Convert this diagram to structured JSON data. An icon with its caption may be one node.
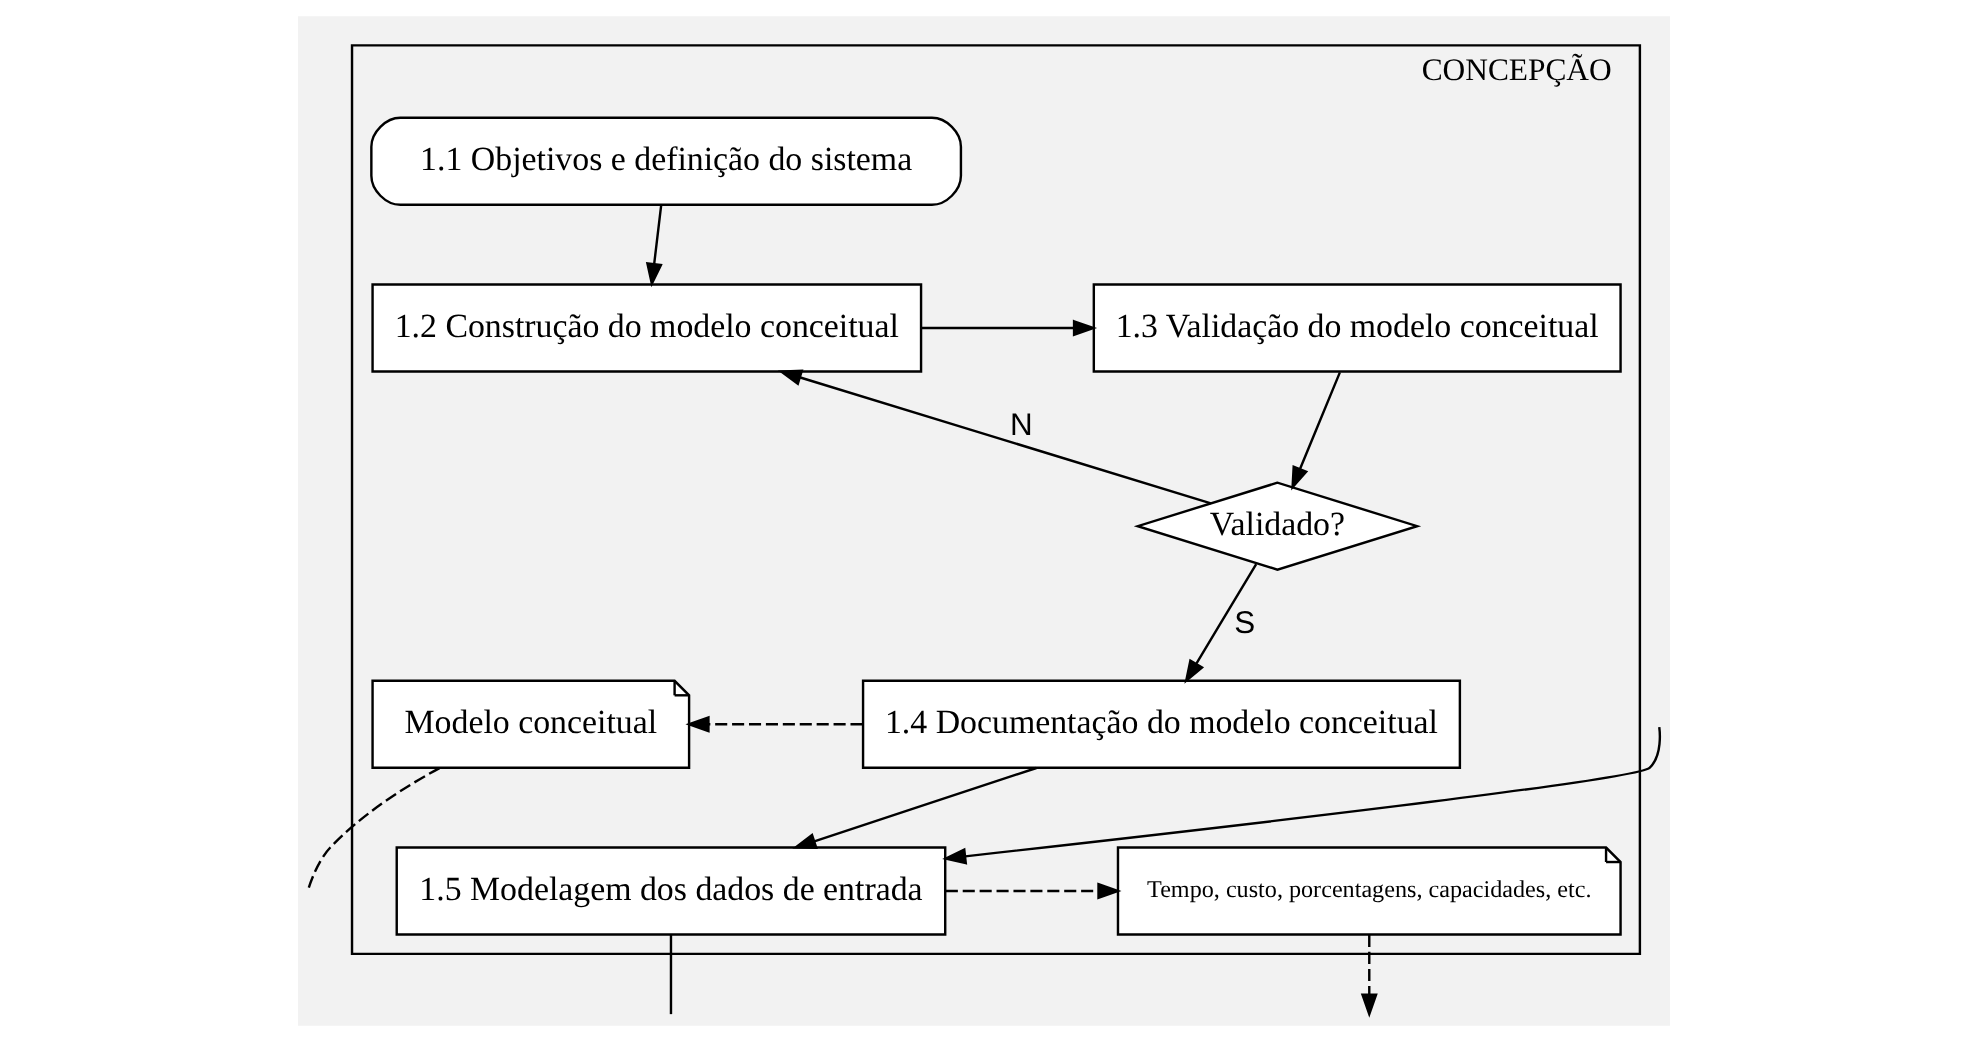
{
  "diagram": {
    "nodes": [
      {
        "text": [
          "CONCEPÇÃO"
        ]
      },
      {
        "text": [
          "1.1 Objetivos e definição do sistema"
        ],
        "in": 0
      },
      {
        "text": [
          "1.2 Construção do modelo conceitual"
        ],
        "in": 0
      },
      {
        "text": [
          "1.3 Validação do modelo conceitual"
        ],
        "in": 0
      },
      {
        "text": [
          "Validado?"
        ],
        "in": 0
      },
      {
        "text": [
          "1.4 Documentação do modelo conceitual"
        ],
        "in": 0
      },
      {
        "text": [
          "Modelo conceitual"
        ],
        "in": 0
      },
      {
        "text": [
          "1.5 Modelagem dos dados de entrada"
        ],
        "in": 0
      },
      {
        "text": [
          "Tempo, custo, porcentagens, capacidades, etc."
        ],
        "in": 0
      }
    ],
    "edges": [
      {
        "from": 1,
        "to": 2,
        "arrow": "to"
      },
      {
        "from": 2,
        "to": 3,
        "arrow": "to"
      },
      {
        "from": 3,
        "to": 4,
        "arrow": "to"
      },
      {
        "from": 4,
        "to": 2,
        "arrow": "to",
        "label": "N"
      },
      {
        "from": 4,
        "to": 5,
        "arrow": "to",
        "label": "S"
      },
      {
        "from": 5,
        "to": 6,
        "arrow": "to",
        "style": "dashed"
      },
      {
        "from": 5,
        "to": 7,
        "arrow": "to"
      },
      {
        "from": 7,
        "to": 8,
        "arrow": "to",
        "style": "dashed"
      },
      {
        "from": 6,
        "to": null,
        "arrow": "none",
        "style": "dashed"
      },
      {
        "from": 8,
        "to": null,
        "arrow": "to",
        "style": "dashed"
      },
      {
        "from": null,
        "to": 7,
        "arrow": "to"
      },
      {
        "from": 7,
        "to": null,
        "arrow": "none"
      }
    ]
  }
}
